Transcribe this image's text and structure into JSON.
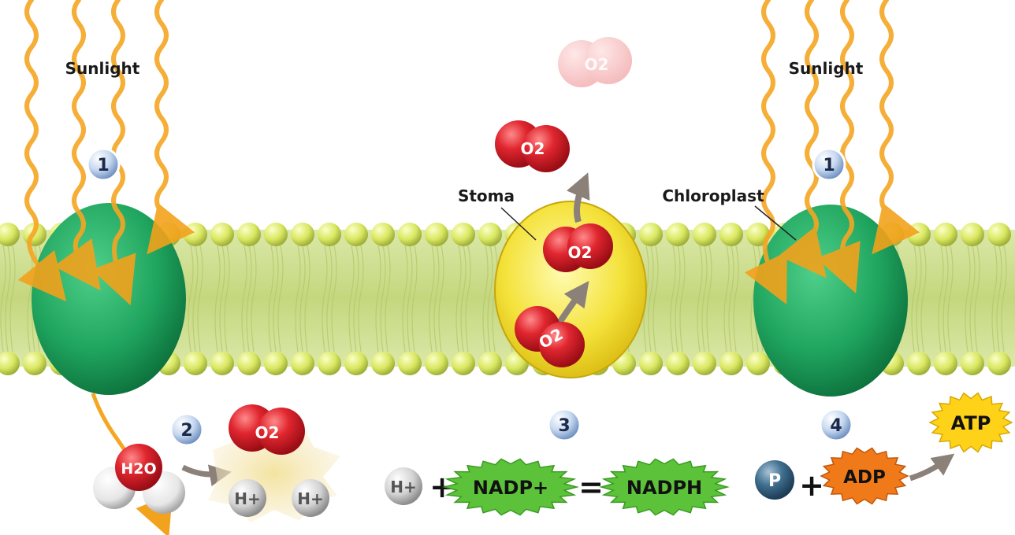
{
  "labels": {
    "sunlight_left": "Sunlight",
    "sunlight_right": "Sunlight",
    "stoma": "Stoma",
    "chloroplast": "Chloroplast"
  },
  "steps": {
    "step1_left": "1",
    "step1_right": "1",
    "step2": "2",
    "step3": "3",
    "step4": "4"
  },
  "molecules": {
    "o2_faded": "O2",
    "o2_top": "O2",
    "o2_stoma_upper": "O2",
    "o2_stoma_lower": "O2",
    "o2_split": "O2",
    "water": "H2O",
    "hplus_left": "H+",
    "hplus_right": "H+",
    "hplus_eq": "H+",
    "phosphate": "P"
  },
  "equation": {
    "plus1": "+",
    "nadp_plus": "NADP+",
    "equals": "=",
    "nadph": "NADPH",
    "plus2": "+",
    "adp": "ADP",
    "atp": "ATP"
  },
  "colors": {
    "membrane": "#c9dc8a",
    "lipid_head": "#dde86a",
    "chloroplast": "#1fa45e",
    "stoma": "#f4e23a",
    "oxygen": "#d81f2a",
    "sunlight": "#f5a623",
    "nadp_burst": "#5cc23a",
    "adp_burst": "#f07a1a",
    "atp_burst": "#ffd21a",
    "step_badge": "#b8cfee"
  }
}
